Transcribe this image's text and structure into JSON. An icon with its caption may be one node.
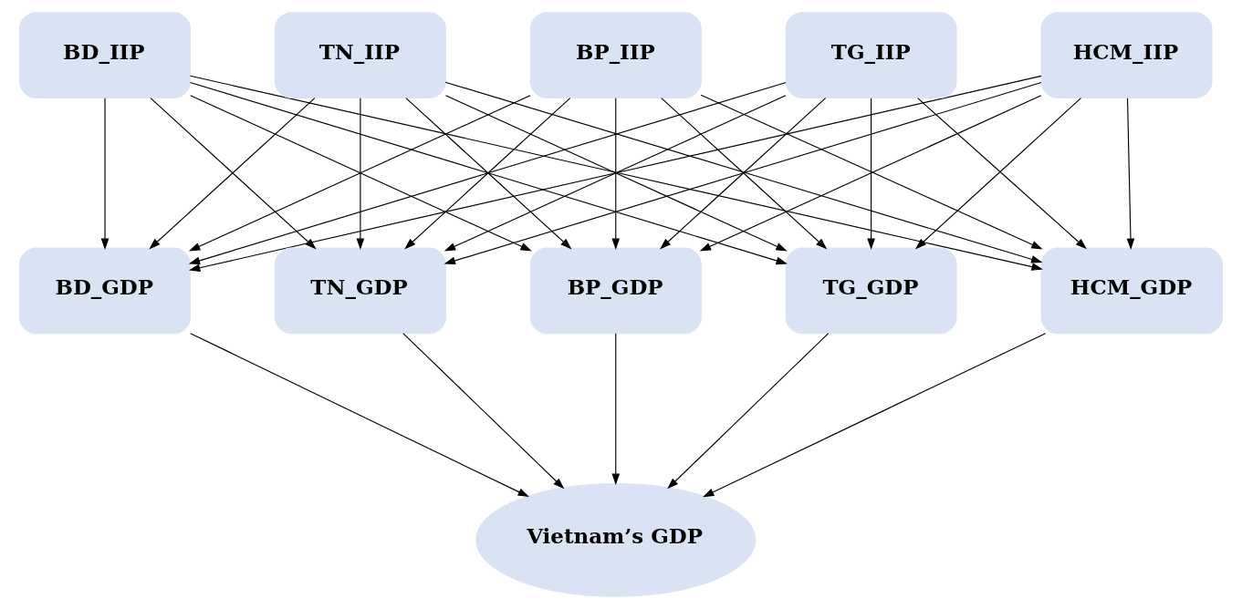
{
  "diagram": {
    "nodes": [
      {
        "text": [
          "HCM_IIP"
        ]
      },
      {
        "text": [
          "BD_IIP"
        ]
      },
      {
        "text": [
          "TN_IIP"
        ]
      },
      {
        "text": [
          "BP_IIP"
        ]
      },
      {
        "text": [
          "TG_IIP"
        ]
      },
      {
        "text": [
          "HCM_GDP"
        ]
      },
      {
        "text": [
          "BD_GDP"
        ]
      },
      {
        "text": [
          "TN_GDP"
        ]
      },
      {
        "text": [
          "BP_GDP"
        ]
      },
      {
        "text": [
          "TG_GDP"
        ]
      },
      {
        "text": [
          "Vietnam’s GDP"
        ]
      }
    ],
    "edges": [
      {
        "from": 0,
        "to": 5,
        "arrow": "to"
      },
      {
        "from": 0,
        "to": 6,
        "arrow": "to"
      },
      {
        "from": 0,
        "to": 7,
        "arrow": "to"
      },
      {
        "from": 0,
        "to": 8,
        "arrow": "to"
      },
      {
        "from": 0,
        "to": 9,
        "arrow": "to"
      },
      {
        "from": 1,
        "to": 5,
        "arrow": "to"
      },
      {
        "from": 1,
        "to": 6,
        "arrow": "to"
      },
      {
        "from": 1,
        "to": 7,
        "arrow": "to"
      },
      {
        "from": 1,
        "to": 8,
        "arrow": "to"
      },
      {
        "from": 1,
        "to": 9,
        "arrow": "to"
      },
      {
        "from": 2,
        "to": 5,
        "arrow": "to"
      },
      {
        "from": 2,
        "to": 6,
        "arrow": "to"
      },
      {
        "from": 2,
        "to": 7,
        "arrow": "to"
      },
      {
        "from": 2,
        "to": 8,
        "arrow": "to"
      },
      {
        "from": 2,
        "to": 9,
        "arrow": "to"
      },
      {
        "from": 3,
        "to": 5,
        "arrow": "to"
      },
      {
        "from": 3,
        "to": 6,
        "arrow": "to"
      },
      {
        "from": 3,
        "to": 7,
        "arrow": "to"
      },
      {
        "from": 3,
        "to": 8,
        "arrow": "to"
      },
      {
        "from": 3,
        "to": 9,
        "arrow": "to"
      },
      {
        "from": 4,
        "to": 5,
        "arrow": "to"
      },
      {
        "from": 4,
        "to": 6,
        "arrow": "to"
      },
      {
        "from": 4,
        "to": 7,
        "arrow": "to"
      },
      {
        "from": 4,
        "to": 8,
        "arrow": "to"
      },
      {
        "from": 4,
        "to": 9,
        "arrow": "to"
      },
      {
        "from": 5,
        "to": 10,
        "arrow": "to"
      },
      {
        "from": 6,
        "to": 10,
        "arrow": "to"
      },
      {
        "from": 7,
        "to": 10,
        "arrow": "to"
      },
      {
        "from": 8,
        "to": 10,
        "arrow": "to"
      },
      {
        "from": 9,
        "to": 10,
        "arrow": "to"
      }
    ]
  }
}
